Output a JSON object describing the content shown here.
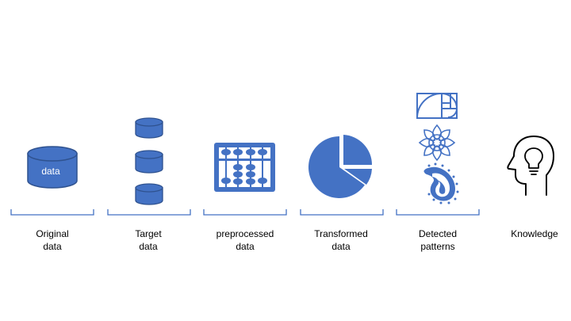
{
  "colors": {
    "accent": "#4472C4",
    "stroke_dark": "#2F528F",
    "bracket": "#4472C4",
    "label_text": "#000000",
    "icon_text": "#ffffff"
  },
  "icons": {
    "original": "database-cylinder-icon",
    "target": "stacked-database-icon",
    "preprocessed": "abacus-icon",
    "transformed": "pie-chart-icon",
    "patterns": [
      "golden-spiral-icon",
      "mandala-icon",
      "paisley-icon"
    ],
    "knowledge": "head-lightbulb-icon"
  },
  "stages": [
    {
      "id": "original",
      "label": "Original\ndata",
      "icon_text": "data"
    },
    {
      "id": "target",
      "label": "Target\ndata"
    },
    {
      "id": "preprocessed",
      "label": "preprocessed\ndata"
    },
    {
      "id": "transformed",
      "label": "Transformed\ndata"
    },
    {
      "id": "patterns",
      "label": "Detected\npatterns"
    },
    {
      "id": "knowledge",
      "label": "Knowledge"
    }
  ]
}
